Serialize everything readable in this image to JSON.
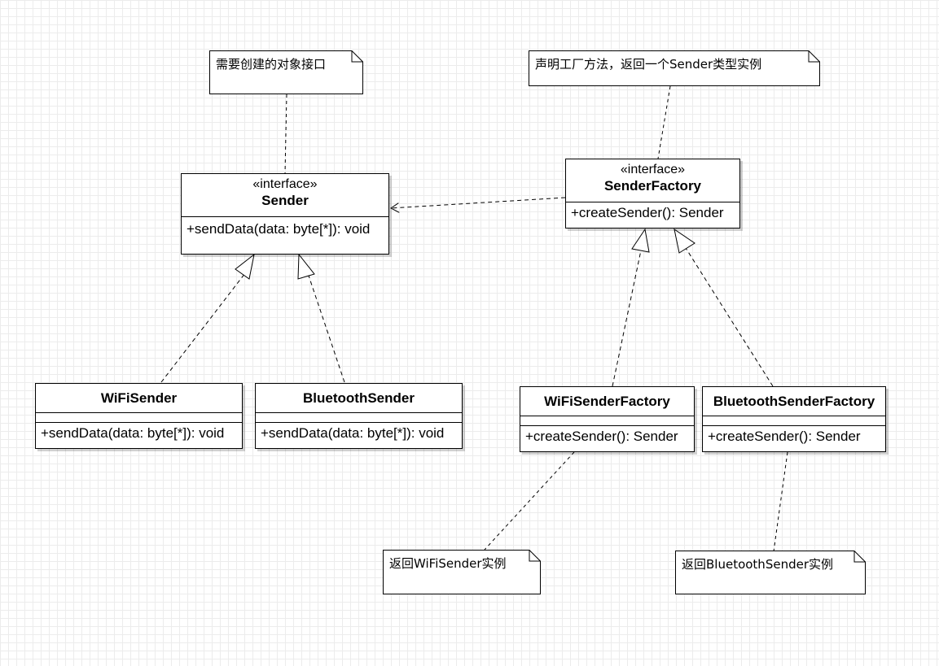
{
  "notes": {
    "sender_interface": "需要创建的对象接口",
    "factory_interface": "声明工厂方法，返回一个Sender类型实例",
    "wifi_factory": "返回WiFiSender实例",
    "bluetooth_factory": "返回BluetoothSender实例"
  },
  "classes": {
    "sender": {
      "stereotype": "«interface»",
      "name": "Sender",
      "operation": "+sendData(data: byte[*]): void"
    },
    "sender_factory": {
      "stereotype": "«interface»",
      "name": "SenderFactory",
      "operation": "+createSender(): Sender"
    },
    "wifi_sender": {
      "name": "WiFiSender",
      "operation": "+sendData(data: byte[*]): void"
    },
    "bluetooth_sender": {
      "name": "BluetoothSender",
      "operation": "+sendData(data: byte[*]): void"
    },
    "wifi_sender_factory": {
      "name": "WiFiSenderFactory",
      "operation": "+createSender(): Sender"
    },
    "bluetooth_sender_factory": {
      "name": "BluetoothSenderFactory",
      "operation": "+createSender(): Sender"
    }
  },
  "colors": {
    "line": "#000000",
    "grid": "#ececec",
    "background": "#ffffff"
  }
}
